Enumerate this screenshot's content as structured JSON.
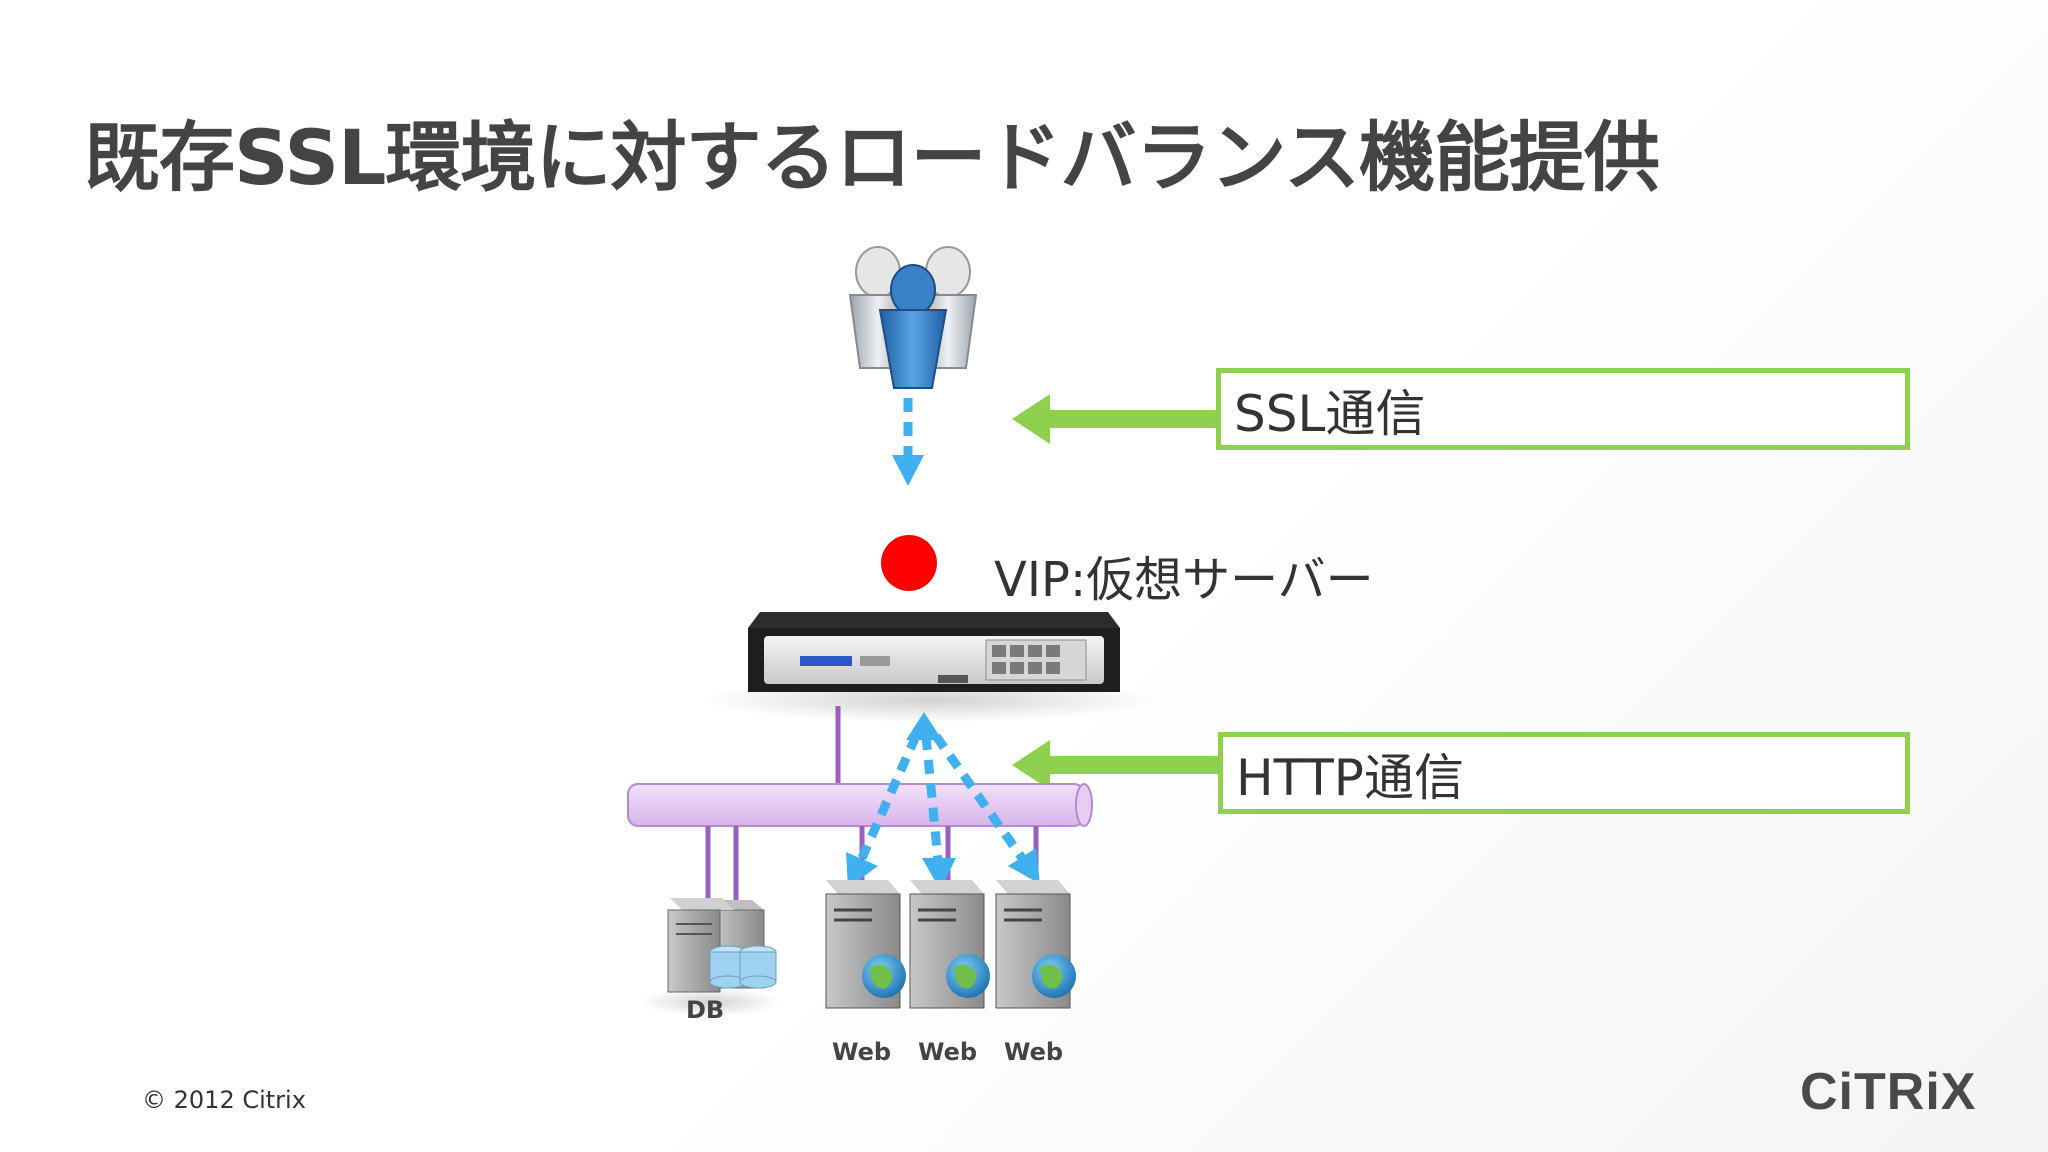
{
  "title": "既存SSL環境に対するロードバランス機能提供",
  "callouts": {
    "ssl": "SSL通信",
    "http": "HTTP通信"
  },
  "vip_label": "VIP:仮想サーバー",
  "servers": {
    "db": "DB",
    "web": [
      "Web",
      "Web",
      "Web"
    ]
  },
  "footer": {
    "copyright": "© 2012 Citrix",
    "logo": "CiTRiX"
  },
  "colors": {
    "title": "#444444",
    "callout_border": "#8fd14f",
    "arrow_green": "#8fd14f",
    "arrow_blue": "#3fb0f0",
    "vip_dot": "#ff0000",
    "bus": "#e3c6f2"
  },
  "icons": [
    "users-group-icon",
    "appliance-icon",
    "database-server-icon",
    "web-server-icon",
    "globe-icon"
  ]
}
